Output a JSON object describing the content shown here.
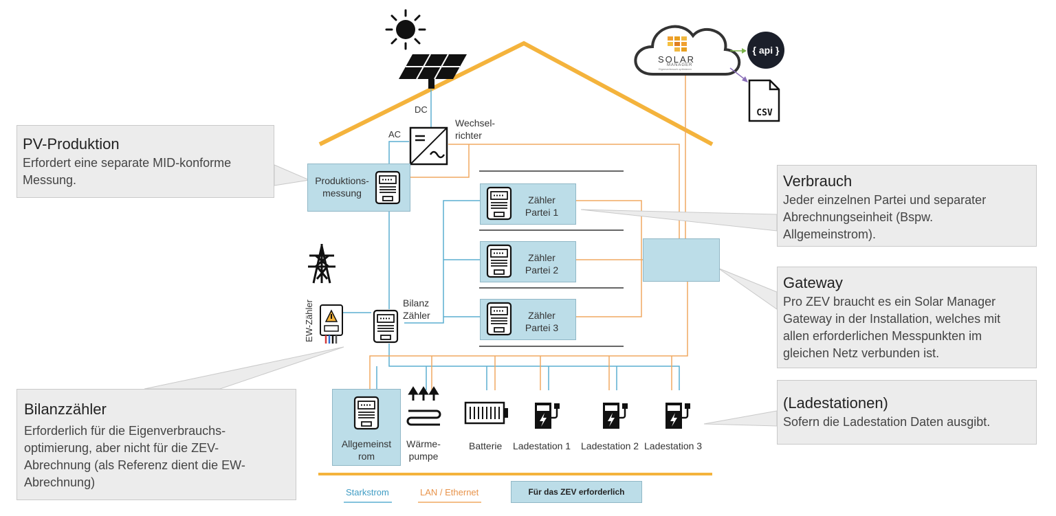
{
  "labels": {
    "dc": "DC",
    "ac": "AC",
    "inverter": "Wechsel-\nrichter",
    "production_meter": "Produktions-\nmessung",
    "meter_party_1": "Zähler\nPartei 1",
    "meter_party_2": "Zähler\nPartei 2",
    "meter_party_3": "Zähler\nPartei 3",
    "balance_meter": "Bilanz\nZähler",
    "utility_meter": "EW-Zähler",
    "common_power": "Allgemeinst\nrom",
    "heat_pump": "Wärme-\npumpe",
    "battery": "Batterie",
    "charger_1": "Ladestation 1",
    "charger_2": "Ladestation 2",
    "charger_3": "Ladestation 3",
    "cloud_brand": "SOLAR",
    "cloud_brand_sub": "MANAGER",
    "cloud_tagline": "Eigenverbrauch optimieren",
    "api": "{ api }",
    "csv": "CSV"
  },
  "callouts": {
    "pv": {
      "title": "PV-Produktion",
      "text": "Erfordert eine separate MID-konforme\nMessung."
    },
    "verbrauch": {
      "title": "Verbrauch",
      "text": "Jeder einzelnen Partei und separater\nAbrechnungseinheit (Bspw.\nAllgemeinstrom)."
    },
    "gateway": {
      "title": "Gateway",
      "text": "Pro ZEV braucht es ein Solar Manager\nGateway in der Installation, welches mit\nallen erforderlichen Messpunkten im\ngleichen Netz verbunden ist."
    },
    "ladestationen": {
      "title": "(Ladestationen)",
      "text": "Sofern die Ladestation Daten ausgibt."
    },
    "bilanz": {
      "title": "Bilanzzähler",
      "text": "Erforderlich für die Eigenverbrauchs-\noptimierung, aber nicht für die ZEV-\nAbrechnung (als Referenz dient die EW-\nAbrechnung)"
    }
  },
  "legend": {
    "power": "Starkstrom",
    "lan": "LAN / Ethernet",
    "required": "Für das ZEV erforderlich"
  },
  "colors": {
    "power": "#5aaed0",
    "lan": "#f0a860",
    "roof": "#f4b33c",
    "required_fill": "#bcdde8",
    "callout_fill": "#ececec"
  }
}
